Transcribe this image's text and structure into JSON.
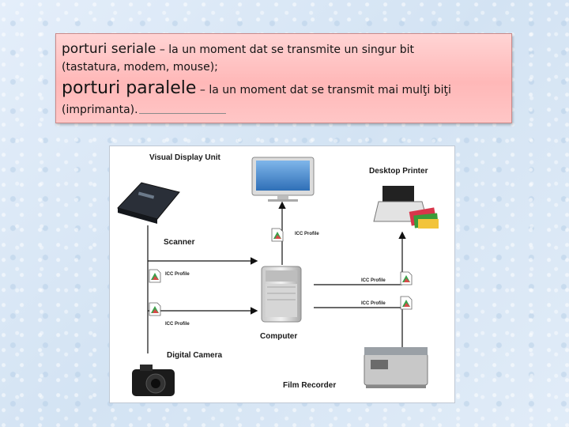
{
  "text": {
    "serial_term": "porturi seriale",
    "serial_desc": " – la un moment dat se transmite un singur bit",
    "serial_examples": "(tastatura, modem, mouse);",
    "parallel_term": "porturi paralele",
    "parallel_desc": " – la un moment dat se transmit mai mulţi biţi",
    "parallel_examples": "(imprimanta)."
  },
  "diagram": {
    "visual_display_unit": "Visual Display Unit",
    "desktop_printer": "Desktop Printer",
    "scanner": "Scanner",
    "computer": "Computer",
    "digital_camera": "Digital Camera",
    "film_recorder": "Film Recorder",
    "icc_profile": "ICC Profile"
  }
}
